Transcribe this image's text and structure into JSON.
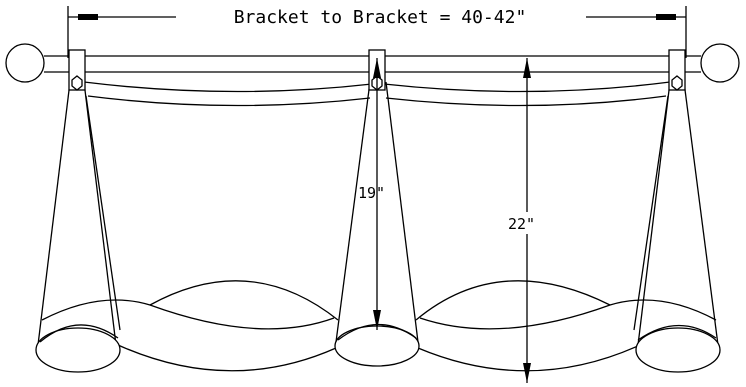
{
  "labels": {
    "bracket_to_bracket": "Bracket to Bracket = 40-42\"",
    "inner_drop": "19\"",
    "full_drop": "22\""
  },
  "colors": {
    "line": "#000000",
    "background": "#ffffff"
  }
}
